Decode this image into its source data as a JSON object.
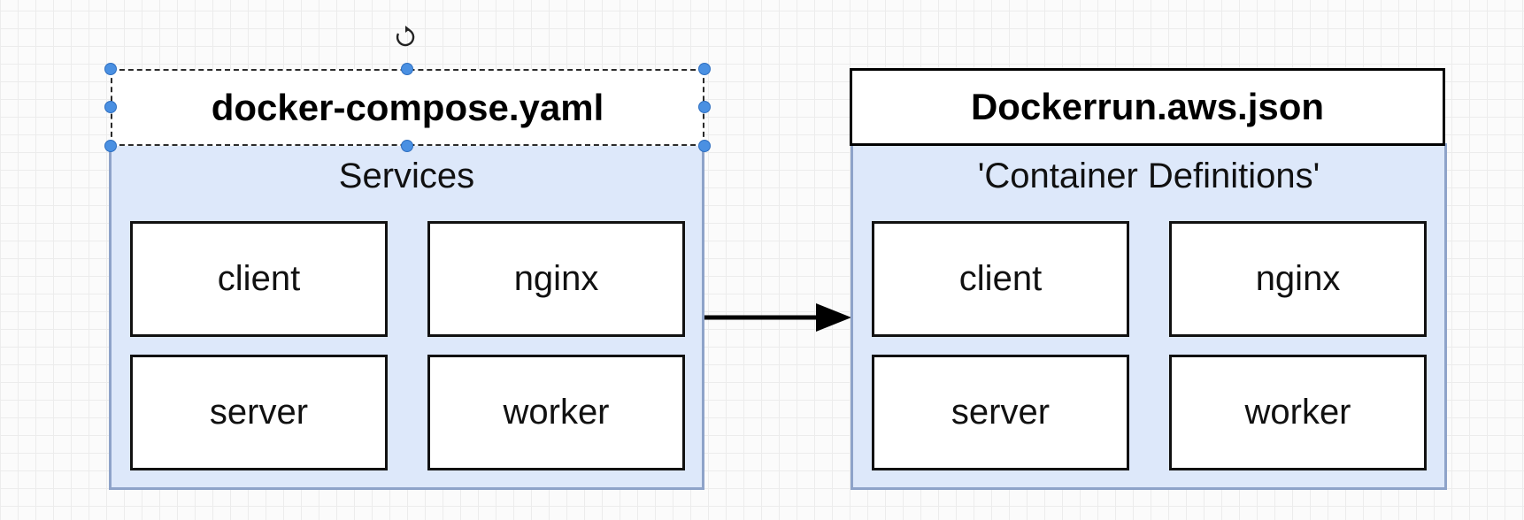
{
  "left": {
    "title": "docker-compose.yaml",
    "group_label": "Services",
    "items": [
      "client",
      "nginx",
      "server",
      "worker"
    ]
  },
  "right": {
    "title": "Dockerrun.aws.json",
    "group_label": "'Container Definitions'",
    "items": [
      "client",
      "nginx",
      "server",
      "worker"
    ]
  },
  "colors": {
    "group_fill": "#dde8fa",
    "group_border": "#8ea3c9",
    "selection_handle": "#4a90e2"
  },
  "icons": {
    "rotate": "rotate-icon",
    "arrow": "arrow-right-icon"
  }
}
